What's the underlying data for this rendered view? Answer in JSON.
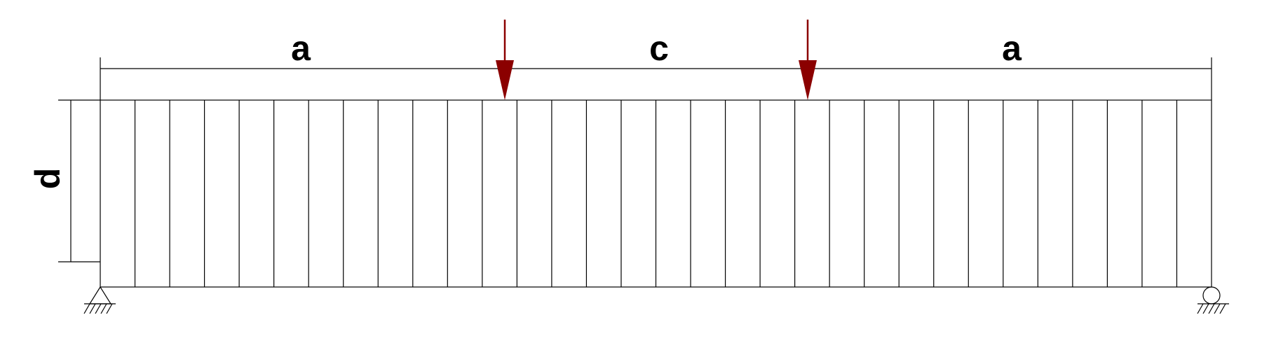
{
  "labels": {
    "span_left": "a",
    "span_center": "c",
    "span_right": "a",
    "depth": "d"
  },
  "beam": {
    "stirrup_count": 33
  },
  "colors": {
    "line": "#000000",
    "load": "#8b0000",
    "background": "#ffffff"
  },
  "icons": {
    "left_support": "pin-support-icon",
    "right_support": "roller-support-icon",
    "load": "point-load-arrow-icon"
  }
}
